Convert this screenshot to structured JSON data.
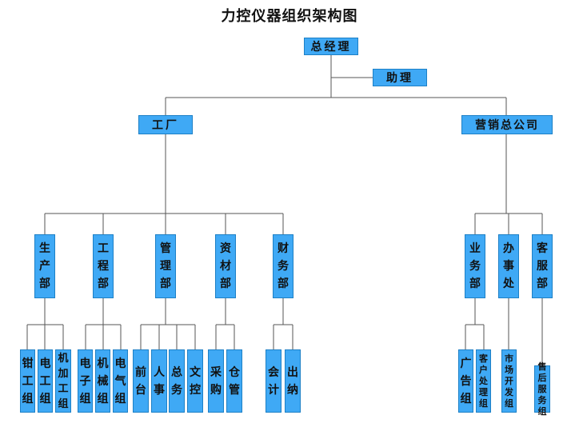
{
  "title": "力控仪器组织架构图",
  "colors": {
    "box_fill": "#3fa9f5",
    "box_border": "#1d80c6",
    "line": "#555555"
  },
  "nodes": {
    "general_manager": "总经理",
    "assistant": "助理",
    "factory": "工厂",
    "sales_company": "营销总公司",
    "production": "生\n产\n部",
    "engineering": "工\n程\n部",
    "management": "管\n理\n部",
    "materials": "资\n材\n部",
    "finance": "财\n务\n部",
    "business": "业\n务\n部",
    "office": "办\n事\n处",
    "customer_service": "客\n服\n部",
    "fitter": "钳\n工\n组",
    "electrician": "电\n工\n组",
    "machining": "机\n加\n工\n组",
    "electronics": "电\n子\n组",
    "mechanical": "机\n械\n组",
    "electrical": "电\n气\n组",
    "front_desk": "前\n台",
    "hr": "人\n事",
    "general_affairs": "总\n务",
    "document_control": "文\n控",
    "purchasing": "采\n购",
    "warehouse": "仓\n管",
    "accounting": "会\n计",
    "cashier": "出\n纳",
    "advertising": "广\n告\n组",
    "customer_handling": "客\n户\n处\n理\n组",
    "market_development": "市\n场\n开\n发\n组",
    "after_sales": "售\n后\n服\n务\n组"
  }
}
